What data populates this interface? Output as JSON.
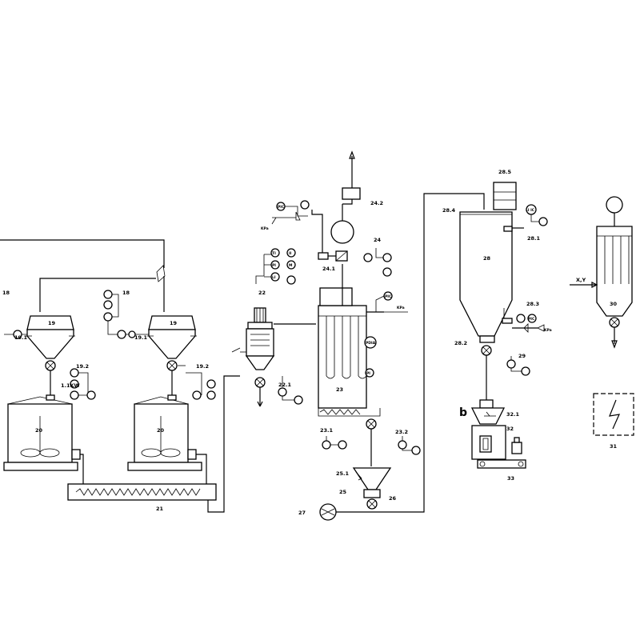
{
  "labels": {
    "l18a": "18",
    "l18b": "18",
    "l19a": "19",
    "l19b": "19",
    "l191a": "19.1",
    "l191b": "19.1",
    "l192a": "19.2",
    "l192b": "19.2",
    "l20a": "20",
    "l20b": "20",
    "l21": "21",
    "l22": "22",
    "l221": "22.1",
    "l23": "23",
    "l231": "23.1",
    "l232": "23.2",
    "l24": "24",
    "l241": "24.1",
    "l242": "24.2",
    "l25": "25",
    "l251": "25.1",
    "l26": "26",
    "l27": "27",
    "l28": "28",
    "l281": "28.1",
    "l282": "28.2",
    "l283": "28.3",
    "l284": "28.4",
    "l285": "28.5",
    "l29": "29",
    "l30": "30",
    "l31": "31",
    "l32": "32",
    "l321": "32.1",
    "l33": "33",
    "motor": "1.1KW",
    "b": "b",
    "xy": "X,Y"
  },
  "instruments": {
    "ti": "TI",
    "pi": "PI",
    "li": "LI",
    "ii": "II",
    "m": "M",
    "pic": "PIC",
    "pdia": "PDIA",
    "li_ic": "LI IC",
    "tag_kpa": "KPa",
    "tag_nm": "N"
  }
}
